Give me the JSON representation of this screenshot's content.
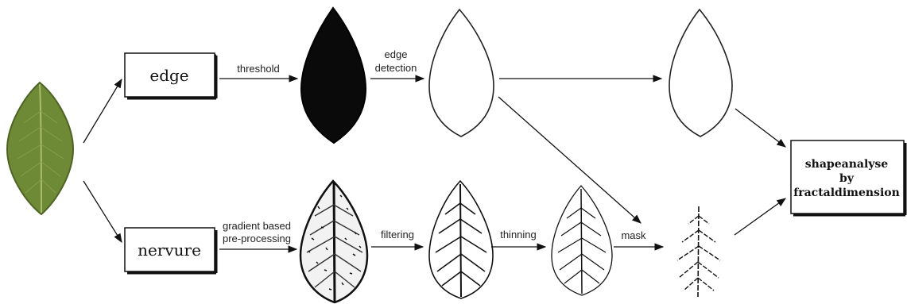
{
  "colors": {
    "leaf": "#6f8a37",
    "leaf_dark": "#4d6423",
    "leaf_vein": "#a9bd6a",
    "ink": "#111111"
  },
  "boxes": {
    "edge": "edge",
    "nervure": "nervure",
    "result": [
      "shapeanalyse",
      "by",
      "fractaldimension"
    ]
  },
  "labels": {
    "threshold": "threshold",
    "edge_detection": [
      "edge",
      "detection"
    ],
    "gradient": [
      "gradient based",
      "pre-processing"
    ],
    "filtering": "filtering",
    "thinning": "thinning",
    "mask": "mask"
  }
}
